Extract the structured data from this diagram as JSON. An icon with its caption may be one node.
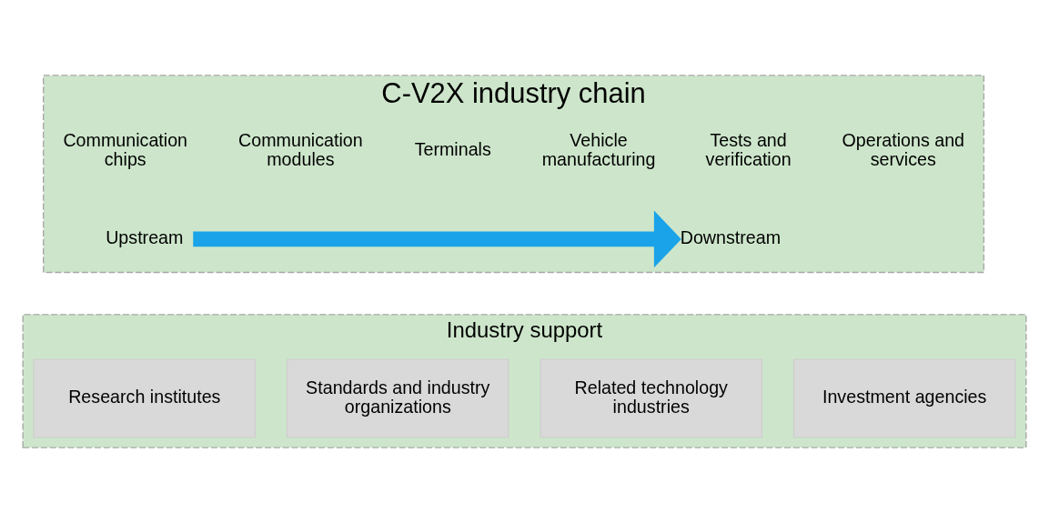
{
  "diagram": {
    "nodes": [
      {
        "text": [
          "C-V2X industry chain"
        ]
      },
      {
        "text": [
          "Upstream"
        ],
        "in": 0
      },
      {
        "text": [
          "Downstream"
        ],
        "in": 0
      },
      {
        "text": [
          "Industry support"
        ]
      },
      {
        "text": [
          "Research institutes"
        ],
        "in": 3
      },
      {
        "text": [
          "Standards and industry organizations"
        ],
        "in": 3
      },
      {
        "text": [
          "Related technology industries"
        ],
        "in": 3
      },
      {
        "text": [
          "Investment agencies"
        ],
        "in": 3
      }
    ],
    "edges": [
      {
        "from": 1,
        "to": 2,
        "arrow": "to",
        "color": "#1aa3e8"
      }
    ],
    "labels": [
      "Communication chips",
      "Communication modules",
      "Terminals",
      "Vehicle manufacturing",
      "Tests and verification",
      "Operations and services"
    ]
  }
}
